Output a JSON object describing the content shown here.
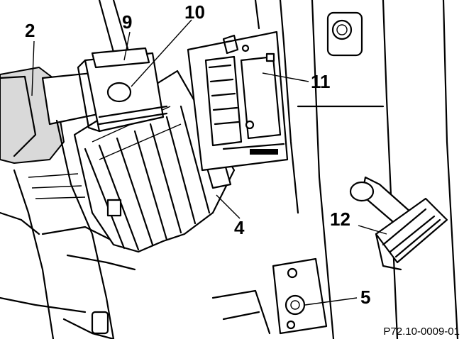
{
  "figure": {
    "reference": "P72.10-0009-01",
    "callouts": [
      {
        "id": "c2",
        "label": "2"
      },
      {
        "id": "c9",
        "label": "9"
      },
      {
        "id": "c10",
        "label": "10"
      },
      {
        "id": "c11",
        "label": "11"
      },
      {
        "id": "c4",
        "label": "4"
      },
      {
        "id": "c12",
        "label": "12"
      },
      {
        "id": "c5",
        "label": "5"
      }
    ]
  }
}
